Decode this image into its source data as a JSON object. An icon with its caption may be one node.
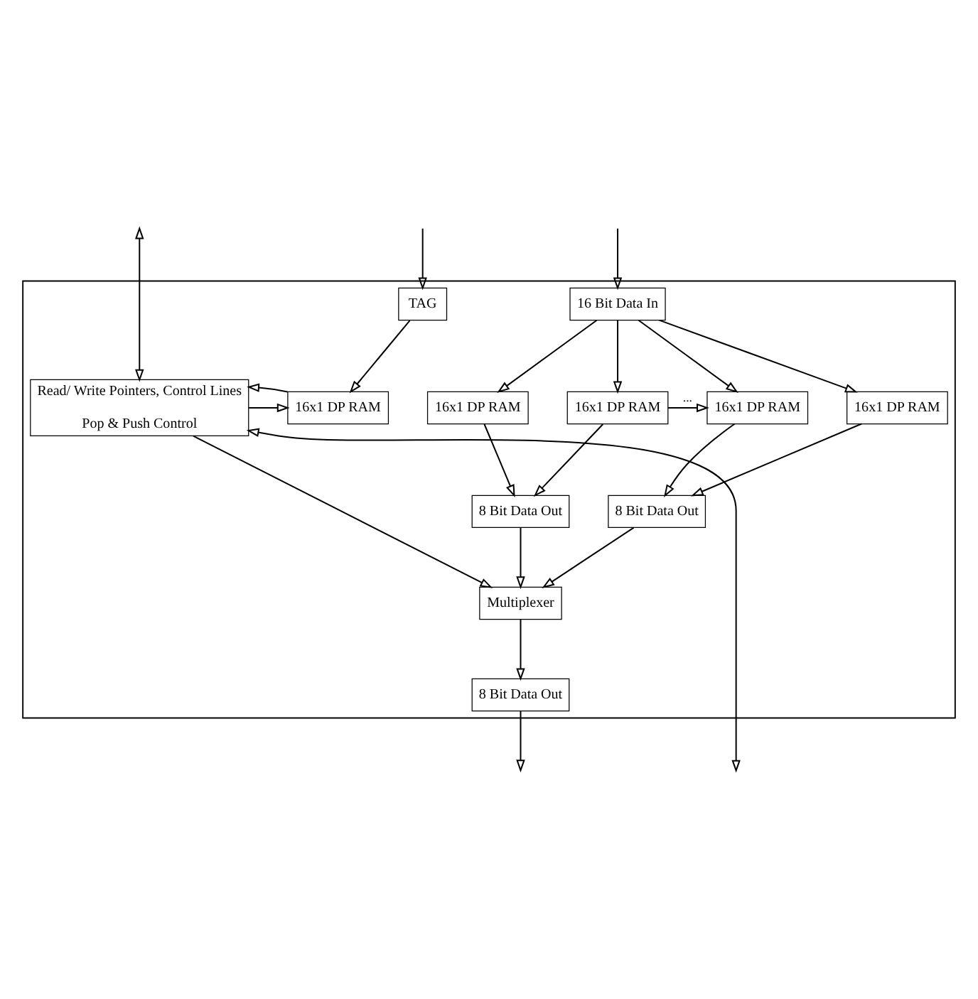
{
  "diagram": {
    "nodes": [
      {
        "text": [],
        "shape": "box"
      },
      {
        "text": [
          "TAG"
        ],
        "in": 0
      },
      {
        "text": [
          "16 Bit Data In"
        ],
        "in": 0
      },
      {
        "text": [
          "Read/ Write Pointers, Control Lines",
          "Pop & Push Control"
        ],
        "in": 0
      },
      {
        "text": [
          "16x1 DP RAM"
        ],
        "in": 0
      },
      {
        "text": [
          "16x1 DP RAM"
        ],
        "in": 0
      },
      {
        "text": [
          "16x1 DP RAM"
        ],
        "in": 0
      },
      {
        "text": [
          "16x1 DP RAM"
        ],
        "in": 0
      },
      {
        "text": [
          "16x1 DP RAM"
        ],
        "in": 0
      },
      {
        "text": [
          "8 Bit Data Out"
        ],
        "in": 0
      },
      {
        "text": [
          "8 Bit Data Out"
        ],
        "in": 0
      },
      {
        "text": [
          "Multiplexer"
        ],
        "in": 0
      },
      {
        "text": [
          "8 Bit Data Out"
        ],
        "in": 0
      }
    ],
    "edges": [
      {
        "from": null,
        "to": 3,
        "arrow": "both"
      },
      {
        "from": null,
        "to": 1,
        "arrow": "to"
      },
      {
        "from": null,
        "to": 2,
        "arrow": "to"
      },
      {
        "from": 1,
        "to": 4,
        "arrow": "to"
      },
      {
        "from": 2,
        "to": 5,
        "arrow": "to"
      },
      {
        "from": 2,
        "to": 6,
        "arrow": "to"
      },
      {
        "from": 2,
        "to": 7,
        "arrow": "to"
      },
      {
        "from": 2,
        "to": 8,
        "arrow": "to"
      },
      {
        "from": 3,
        "to": 4,
        "arrow": "to"
      },
      {
        "from": 6,
        "to": 7,
        "arrow": "to",
        "label": "..."
      },
      {
        "from": 4,
        "to": 3,
        "arrow": "to"
      },
      {
        "from": 5,
        "to": 9,
        "arrow": "to"
      },
      {
        "from": 6,
        "to": 9,
        "arrow": "to"
      },
      {
        "from": 7,
        "to": 10,
        "arrow": "to"
      },
      {
        "from": 8,
        "to": 10,
        "arrow": "to"
      },
      {
        "from": 9,
        "to": 11,
        "arrow": "to"
      },
      {
        "from": 10,
        "to": 11,
        "arrow": "to"
      },
      {
        "from": 3,
        "to": 11,
        "arrow": "to"
      },
      {
        "from": 11,
        "to": 12,
        "arrow": "to"
      },
      {
        "from": 3,
        "to": null,
        "arrow": "both"
      },
      {
        "from": 12,
        "to": null,
        "arrow": "to"
      }
    ]
  }
}
